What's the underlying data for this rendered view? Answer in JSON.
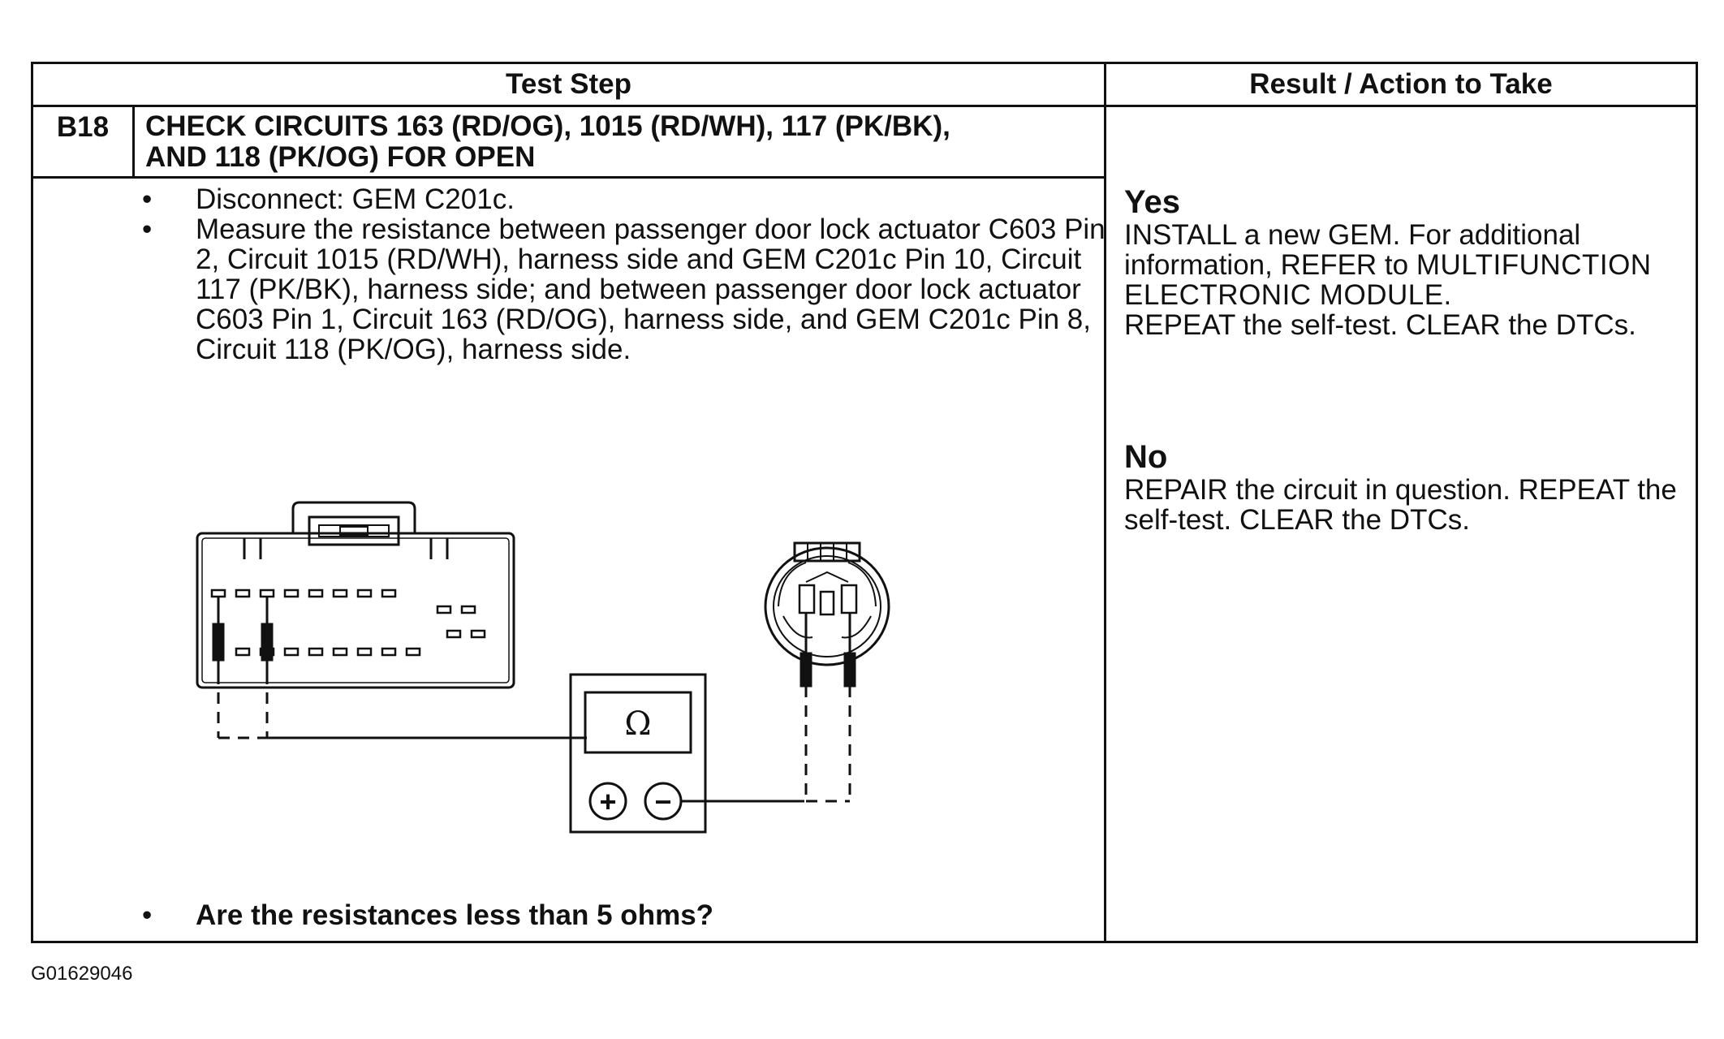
{
  "table": {
    "header_left": "Test Step",
    "header_right": "Result / Action to Take",
    "step_id": "B18",
    "step_title_line1": "CHECK CIRCUITS 163 (RD/OG), 1015 (RD/WH), 117 (PK/BK),",
    "step_title_line2": "AND 118 (PK/OG) FOR OPEN",
    "bullets": [
      "Disconnect: GEM C201c.",
      "Measure the resistance between passenger door lock actuator C603 Pin 2, Circuit 1015 (RD/WH), harness side and GEM C201c Pin 10, Circuit 117 (PK/BK), harness side; and between passenger door lock actuator C603 Pin 1, Circuit 163 (RD/OG), harness side, and GEM C201c Pin 8, Circuit 118 (PK/OG), harness side."
    ],
    "question": "Are the resistances less than 5 ohms?",
    "bullet_glyph": "•"
  },
  "results": {
    "yes": {
      "heading": "Yes",
      "line1": "INSTALL a new GEM. For additional information, REFER to",
      "ref": "MULTIFUNCTION ELECTRONIC MODULE.",
      "line2": "REPEAT the self-test. CLEAR the DTCs."
    },
    "no": {
      "heading": "No",
      "text": "REPAIR the circuit in question. REPEAT the self-test. CLEAR the DTCs."
    }
  },
  "diagram": {
    "meter_symbol": "Ω",
    "plus": "+",
    "minus": "−"
  },
  "figure_id": "G01629046"
}
